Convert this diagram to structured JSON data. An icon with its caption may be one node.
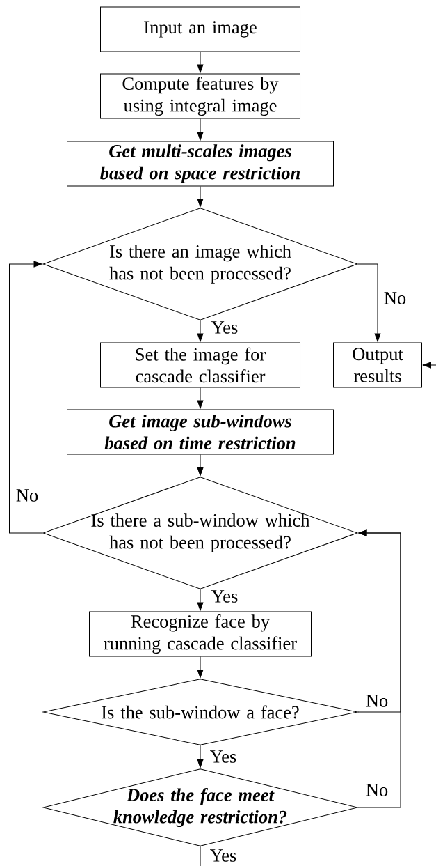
{
  "diagram": {
    "nodes": [
      {
        "text": [
          "Input an image"
        ]
      },
      {
        "text": [
          "Compute features by using integral image"
        ]
      },
      {
        "text": [
          "Get multi-scales images based on space restriction"
        ]
      },
      {
        "text": [
          "Is there an image which has not been processed?"
        ]
      },
      {
        "text": [
          "Set the image for cascade classifier"
        ]
      },
      {
        "text": [
          "Output results"
        ]
      },
      {
        "text": [
          "Get image sub-windows based on time restriction"
        ]
      },
      {
        "text": [
          "Is there a sub-window which has not been processed?"
        ]
      },
      {
        "text": [
          "Recognize face by running cascade classifier"
        ]
      },
      {
        "text": [
          "Is the sub-window a face?"
        ]
      },
      {
        "text": [
          "Does the face meet knowledge restriction?"
        ]
      }
    ],
    "edges": [
      {
        "from": 0,
        "to": 1,
        "arrow": "to"
      },
      {
        "from": 1,
        "to": 2,
        "arrow": "to"
      },
      {
        "from": 2,
        "to": 3,
        "arrow": "to"
      },
      {
        "from": 3,
        "to": 4,
        "arrow": "to",
        "label": "Yes"
      },
      {
        "from": 3,
        "to": 5,
        "arrow": "to",
        "label": "No"
      },
      {
        "from": null,
        "to": 5,
        "arrow": "to"
      },
      {
        "from": 4,
        "to": 6,
        "arrow": "to"
      },
      {
        "from": 6,
        "to": 7,
        "arrow": "to"
      },
      {
        "from": 7,
        "to": 3,
        "arrow": "to",
        "label": "No"
      },
      {
        "from": 7,
        "to": 8,
        "arrow": "to",
        "label": "Yes"
      },
      {
        "from": 8,
        "to": 9,
        "arrow": "to"
      },
      {
        "from": 9,
        "to": 10,
        "arrow": "to",
        "label": "Yes"
      },
      {
        "from": 9,
        "to": 7,
        "arrow": "to",
        "label": "No"
      },
      {
        "from": 10,
        "to": 7,
        "arrow": "to",
        "label": "No"
      },
      {
        "from": 10,
        "to": null,
        "arrow": "none",
        "label": "Yes"
      }
    ]
  }
}
